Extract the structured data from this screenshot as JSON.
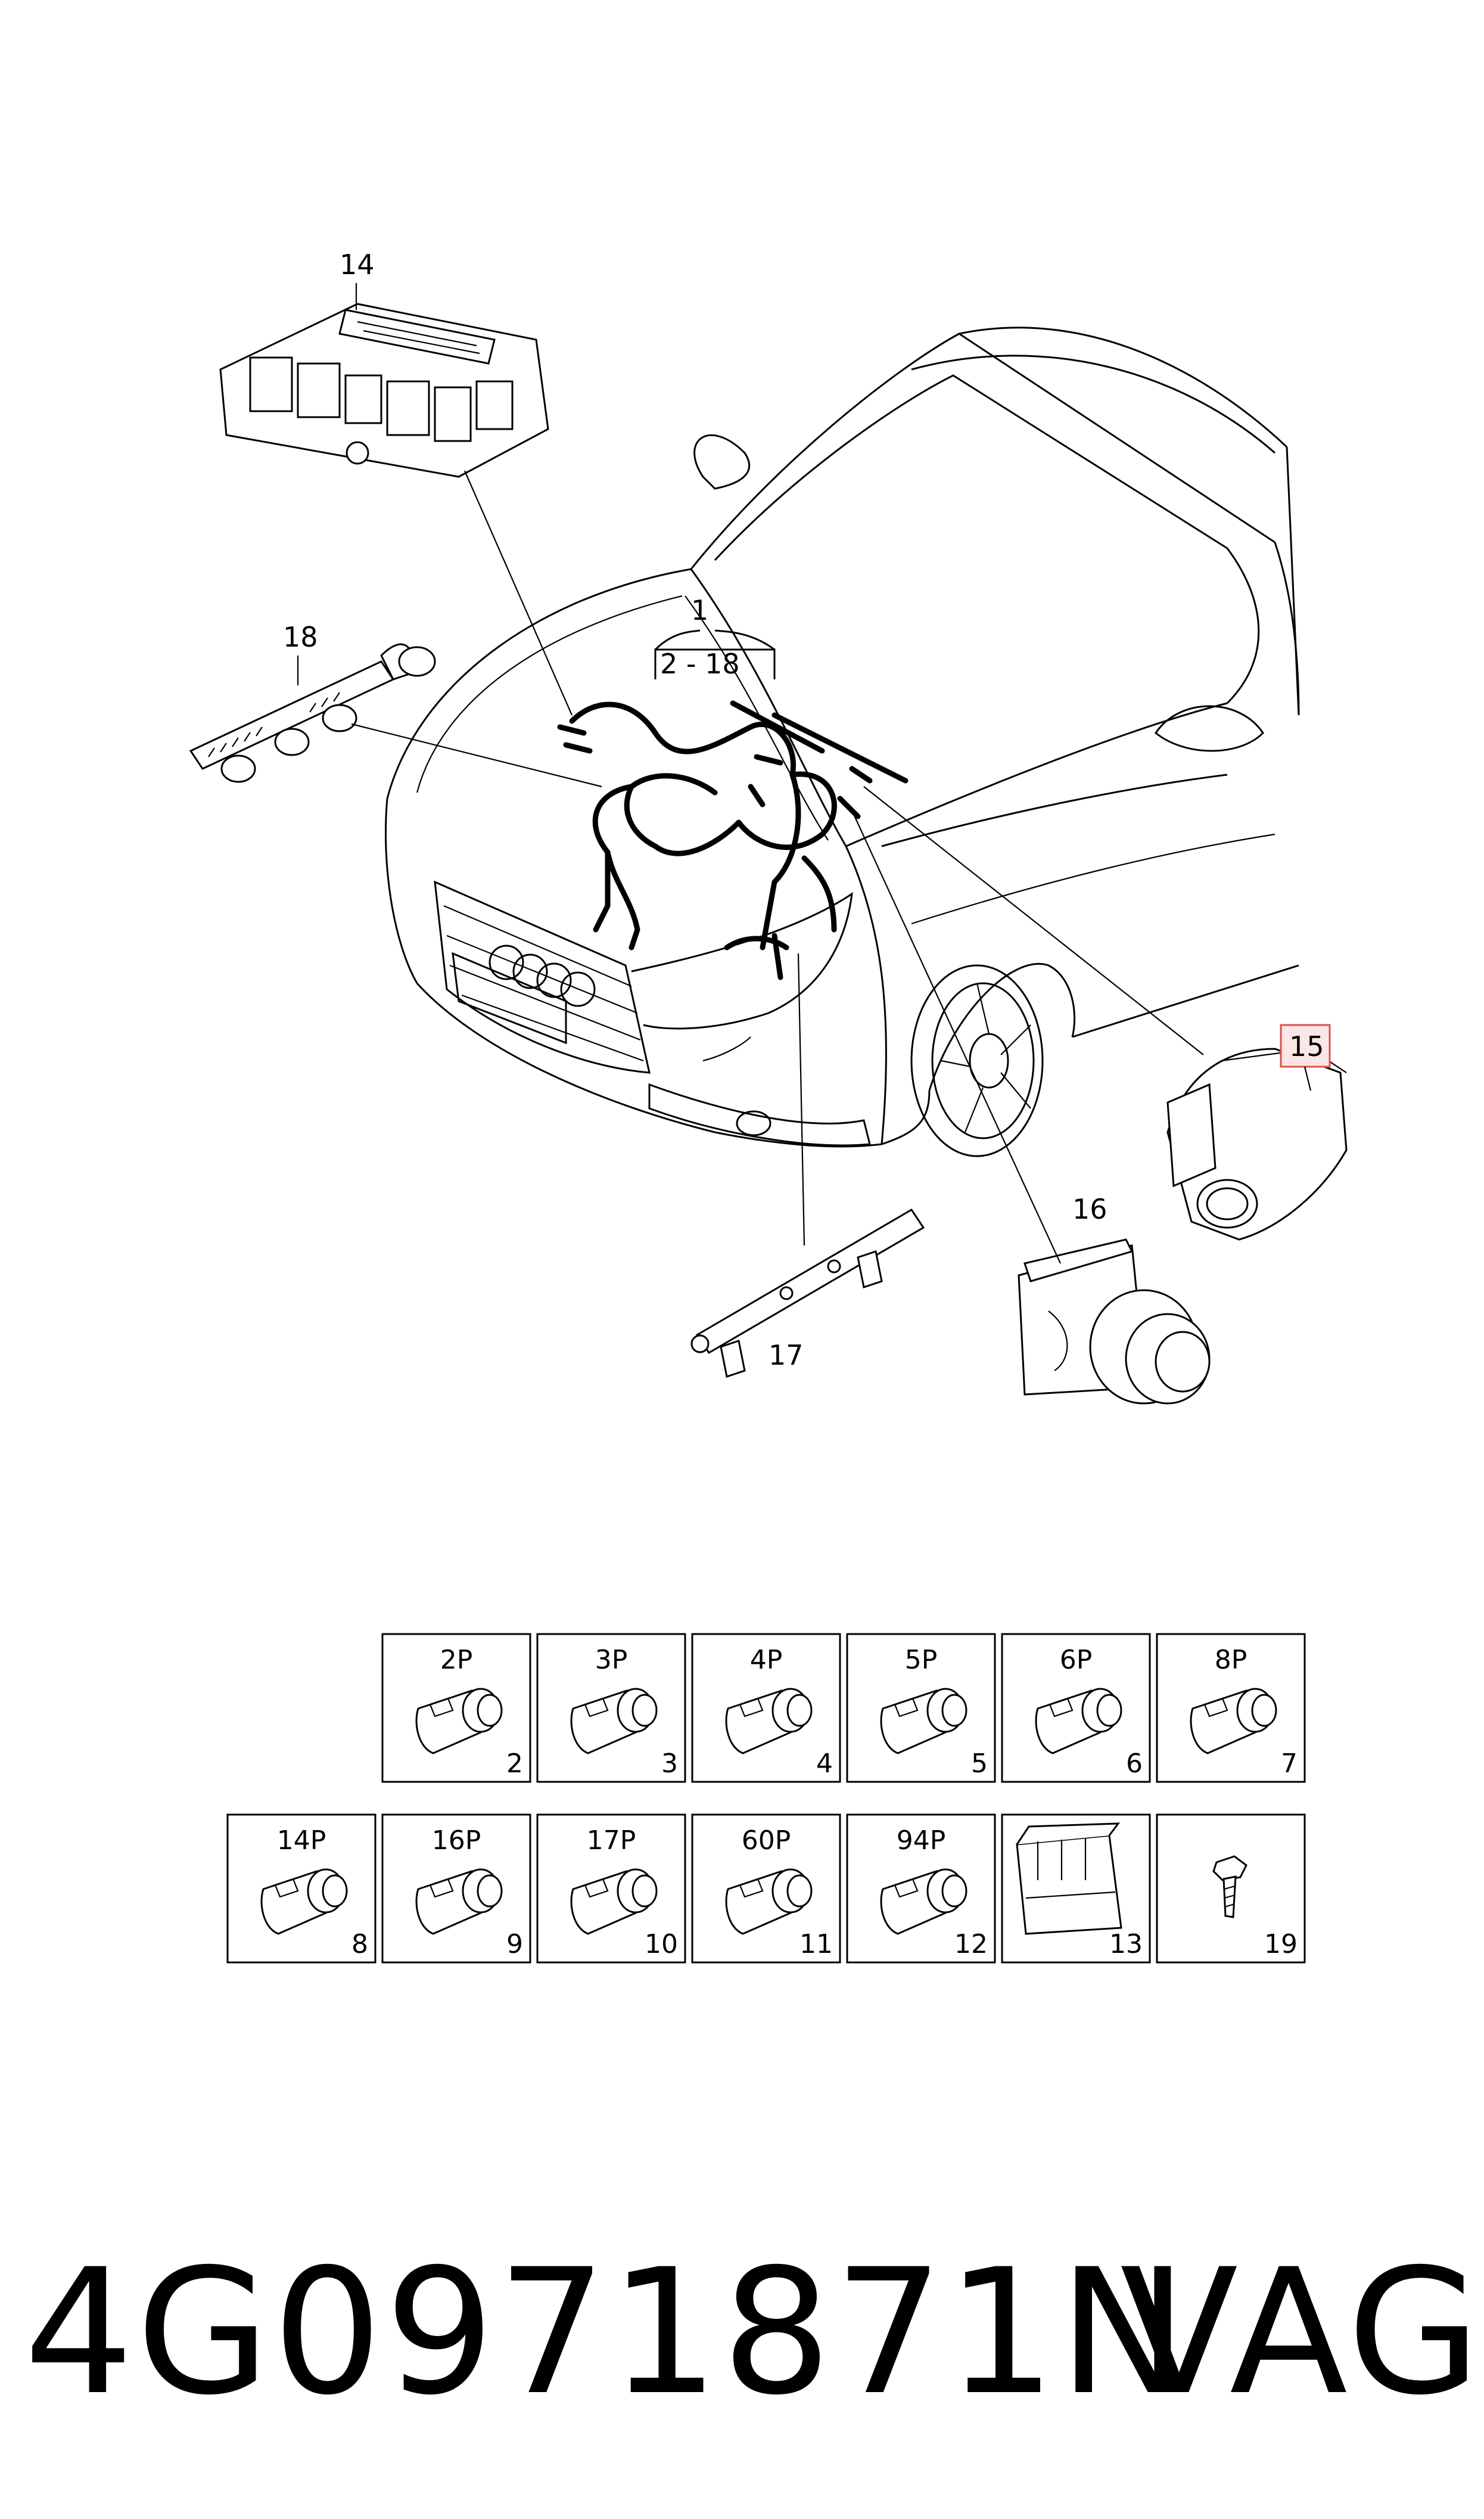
{
  "callouts": {
    "c1": "1",
    "c2_18": "2 - 18",
    "c14": "14",
    "c15": "15",
    "c16": "16",
    "c17": "17",
    "c18": "18"
  },
  "highlight_color": "#d9534f",
  "connector_grid": {
    "row1": [
      {
        "pins": "2P",
        "num": "2"
      },
      {
        "pins": "3P",
        "num": "3"
      },
      {
        "pins": "4P",
        "num": "4"
      },
      {
        "pins": "5P",
        "num": "5"
      },
      {
        "pins": "6P",
        "num": "6"
      },
      {
        "pins": "8P",
        "num": "7"
      }
    ],
    "row2": [
      {
        "pins": "14P",
        "num": "8"
      },
      {
        "pins": "16P",
        "num": "9"
      },
      {
        "pins": "17P",
        "num": "10"
      },
      {
        "pins": "60P",
        "num": "11"
      },
      {
        "pins": "94P",
        "num": "12"
      },
      {
        "pins": "",
        "num": "13"
      },
      {
        "pins": "",
        "num": "19"
      }
    ]
  },
  "footer": {
    "part_number": "4G0971871N",
    "brand": "VAG"
  }
}
